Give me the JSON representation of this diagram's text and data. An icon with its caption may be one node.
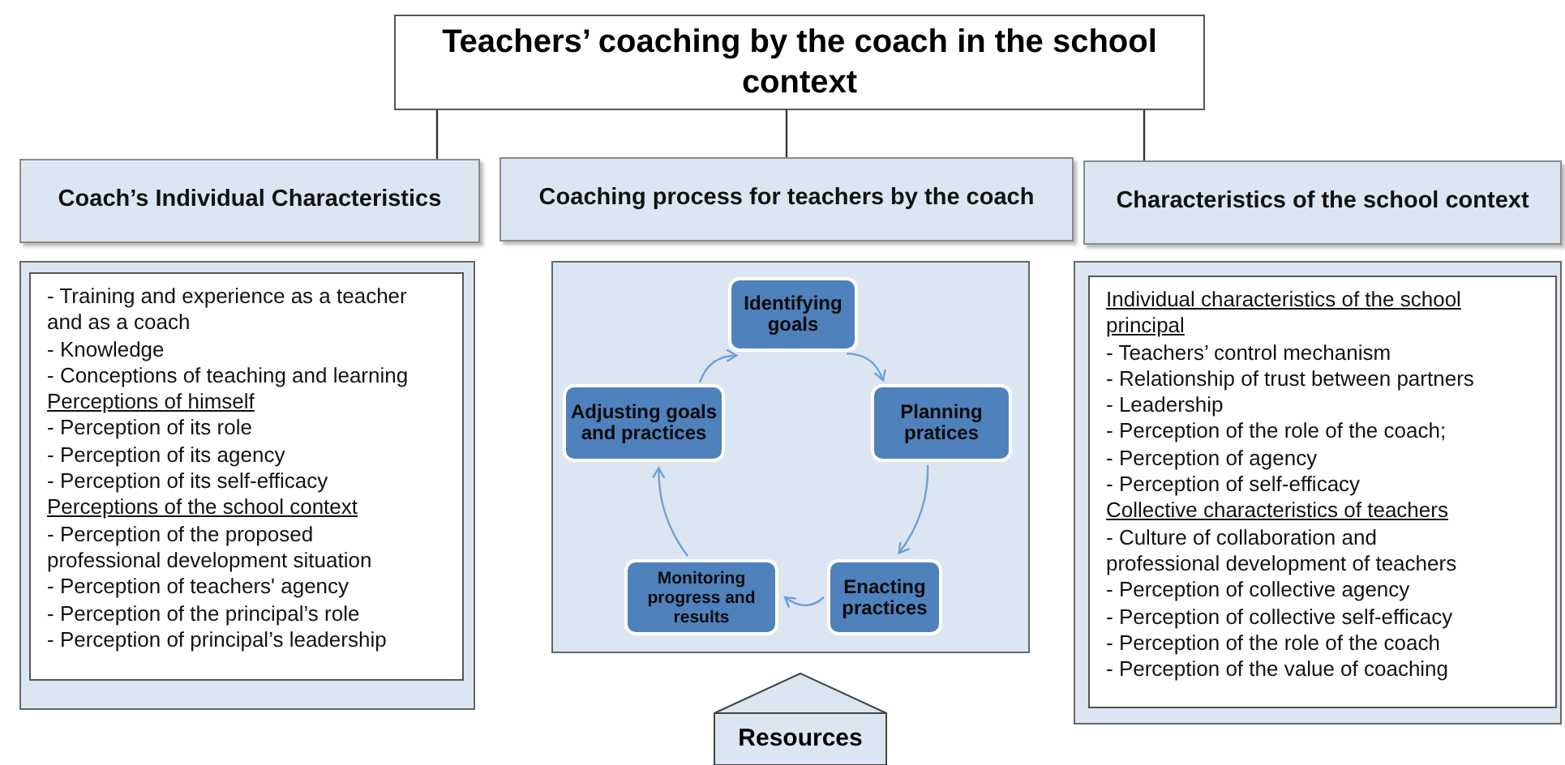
{
  "diagram": {
    "nodes": [
      {
        "text": [
          "Teachers’ coaching by the coach in the school context"
        ]
      },
      {
        "text": [
          "Coach’s Individual Characteristics"
        ]
      },
      {
        "text": [
          "Coaching process for teachers by the coach"
        ]
      },
      {
        "text": [
          "Characteristics of the school context"
        ]
      },
      {
        "text": [],
        "shape": "box"
      },
      {
        "text": [
          "- Training and experience as a teacher and as a coach",
          "- Knowledge",
          "- Conceptions of teaching and learning",
          "Perceptions of himself",
          "- Perception of its role",
          "- Perception of its agency",
          "- Perception of its self-efficacy",
          "Perceptions of the school context",
          "- Perception of the proposed professional development situation",
          "- Perception of teachers' agency",
          "- Perception of the principal’s role",
          "- Perception of principal’s leadership"
        ],
        "in": 4
      },
      {
        "text": [],
        "shape": "box"
      },
      {
        "text": [
          "Identifying goals"
        ],
        "in": 6
      },
      {
        "text": [
          "Planning pratices"
        ],
        "in": 6
      },
      {
        "text": [
          "Enacting practices"
        ],
        "in": 6
      },
      {
        "text": [
          "Monitoring progress and results"
        ],
        "in": 6
      },
      {
        "text": [
          "Adjusting goals and practices"
        ],
        "in": 6
      },
      {
        "text": [
          "Resources"
        ]
      },
      {
        "text": [],
        "shape": "box"
      },
      {
        "text": [
          "Individual characteristics of the school principal",
          "- Teachers’ control mechanism",
          "- Relationship of trust between partners",
          "- Leadership",
          "- Perception of the role of the coach;",
          "- Perception of agency",
          "- Perception of self-efficacy",
          "Collective characteristics of teachers",
          "- Culture of collaboration and professional development of teachers",
          "- Perception of collective agency",
          "- Perception of collective self-efficacy",
          "- Perception of the role of the coach",
          "- Perception of the value of coaching"
        ],
        "in": 13
      }
    ],
    "edges": [
      {
        "from": 0,
        "to": 1,
        "arrow": "none",
        "color": "#333333"
      },
      {
        "from": 0,
        "to": 2,
        "arrow": "none",
        "color": "#333333"
      },
      {
        "from": 0,
        "to": 3,
        "arrow": "none",
        "color": "#333333"
      },
      {
        "from": 7,
        "to": 8,
        "arrow": "to"
      },
      {
        "from": 8,
        "to": 9,
        "arrow": "to"
      },
      {
        "from": 9,
        "to": 10,
        "arrow": "to"
      },
      {
        "from": 10,
        "to": 11,
        "arrow": "to"
      },
      {
        "from": 11,
        "to": 7,
        "arrow": "to"
      }
    ]
  }
}
